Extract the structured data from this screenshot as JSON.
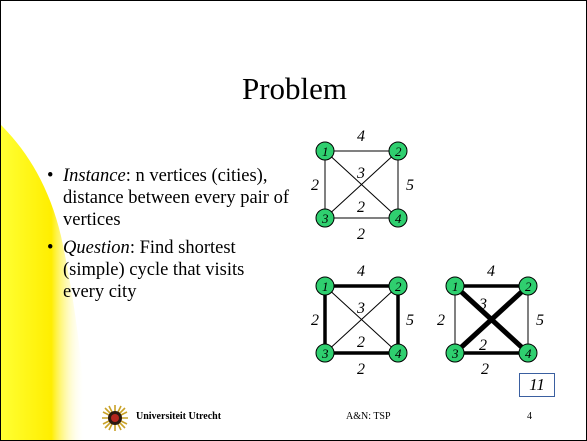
{
  "slide": {
    "title": "Problem",
    "bullets": [
      {
        "label": "Instance",
        "text": ": n vertices (cities), distance between every pair of vertices"
      },
      {
        "label": "Question",
        "text": ": Find shortest (simple) cycle that visits every city"
      }
    ],
    "page_box": "11",
    "footer": {
      "university": "Universiteit Utrecht",
      "course": "A&N: TSP",
      "page": "4"
    }
  },
  "graphs": {
    "node_labels": [
      "1",
      "2",
      "3",
      "4"
    ],
    "weights": {
      "top": "4",
      "left": "2",
      "right": "5",
      "bottom": "2",
      "diag13": "3",
      "diag24": "2"
    }
  },
  "colors": {
    "node_fill": "#2fcf6f",
    "accent": "#ffff00",
    "box_border": "#3a5fa0"
  }
}
